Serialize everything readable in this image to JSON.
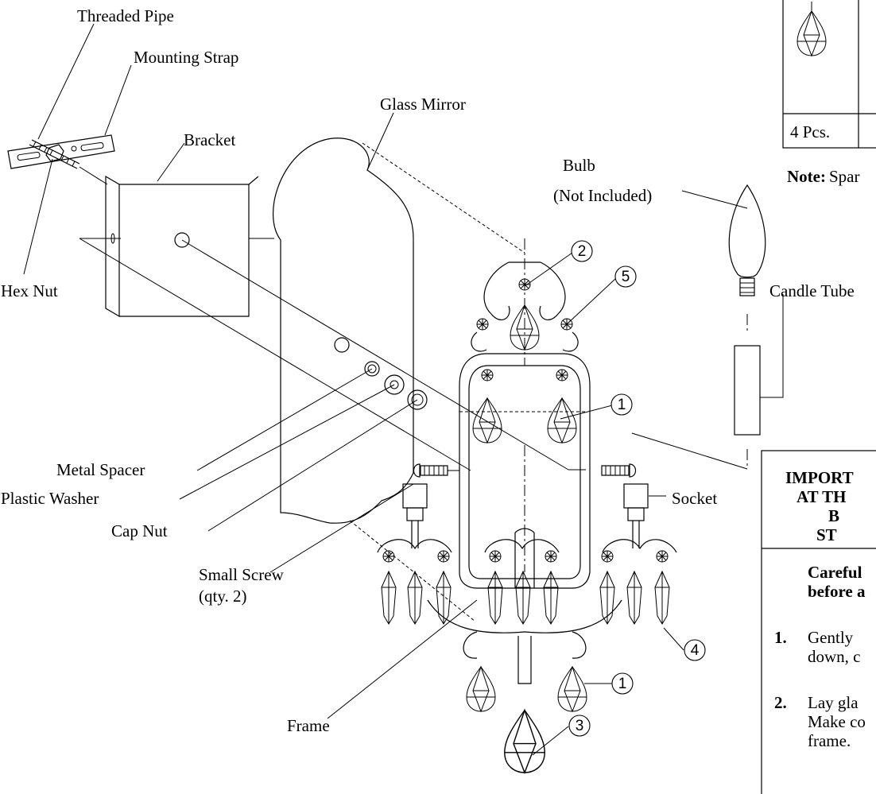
{
  "labels": {
    "threaded_pipe": "Threaded Pipe",
    "mounting_strap": "Mounting Strap",
    "glass_mirror": "Glass Mirror",
    "bracket": "Bracket",
    "hex_nut": "Hex Nut",
    "bulb_line1": "Bulb",
    "bulb_line2": "(Not Included)",
    "candle_tube": "Candle Tube",
    "metal_spacer": "Metal Spacer",
    "plastic_washer": "Plastic Washer",
    "cap_nut": "Cap Nut",
    "socket": "Socket",
    "small_screw_line1": "Small Screw",
    "small_screw_line2": "(qty. 2)",
    "frame": "Frame"
  },
  "callouts": [
    "1",
    "2",
    "3",
    "4",
    "5"
  ],
  "parts_table": {
    "qty": "4 Pcs.",
    "note": "Note: Spar"
  },
  "important_box": {
    "line1": "IMPORT",
    "line2": "AT TH",
    "line3": "B",
    "line4": "ST",
    "subtitle_line1": "Careful",
    "subtitle_line2": "before a",
    "steps": [
      {
        "num": "1.",
        "line1": "Gently",
        "line2": "down, c"
      },
      {
        "num": "2.",
        "line1": "Lay gla",
        "line2": "Make co",
        "line3": "frame."
      }
    ]
  }
}
